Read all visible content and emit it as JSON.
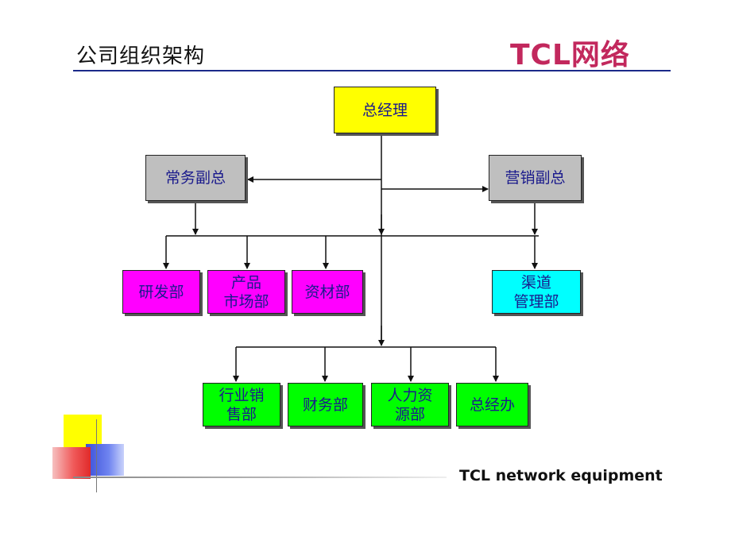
{
  "header": {
    "title": "公司组织架构",
    "logo_text": "TCL网络"
  },
  "footer": {
    "text": "TCL network equipment"
  },
  "org_chart": {
    "top": {
      "label": "总经理",
      "color": "#ffff00"
    },
    "deputies": [
      {
        "label": "常务副总",
        "color": "#bfbfbf"
      },
      {
        "label": "营销副总",
        "color": "#bfbfbf"
      }
    ],
    "middle_depts": [
      {
        "label": "研发部",
        "color": "#ff00ff"
      },
      {
        "label": "产品\n市场部",
        "color": "#ff00ff"
      },
      {
        "label": "资材部",
        "color": "#ff00ff"
      },
      {
        "label": "渠道\n管理部",
        "color": "#00ffff"
      }
    ],
    "bottom_depts": [
      {
        "label": "行业销\n售部",
        "color": "#00ff00"
      },
      {
        "label": "财务部",
        "color": "#00ff00"
      },
      {
        "label": "人力资\n源部",
        "color": "#00ff00"
      },
      {
        "label": "总经办",
        "color": "#00ff00"
      }
    ]
  },
  "colors": {
    "title_rule": "#1b2a8a",
    "logo": "#c2285d",
    "box_text": "#1a1a8c"
  }
}
